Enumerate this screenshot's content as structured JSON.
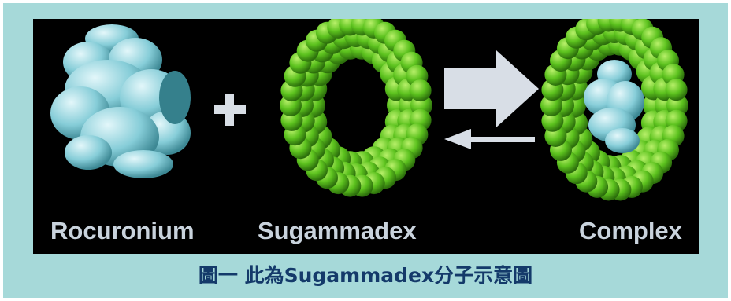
{
  "figure": {
    "labels": {
      "rocuronium": "Rocuronium",
      "sugammadex": "Sugammadex",
      "complex": "Complex"
    },
    "plus_symbol": "+",
    "caption": "圖一  此為Sugammadex分子示意圖"
  },
  "colors": {
    "background_card": "#a6d9d9",
    "panel": "#000000",
    "rocuronium_blue": "#7ec9d4",
    "sugammadex_green": "#5cc21e",
    "arrow": "#d8dee6",
    "caption_text": "#143a6a",
    "label_text": "#c9d3dd"
  }
}
